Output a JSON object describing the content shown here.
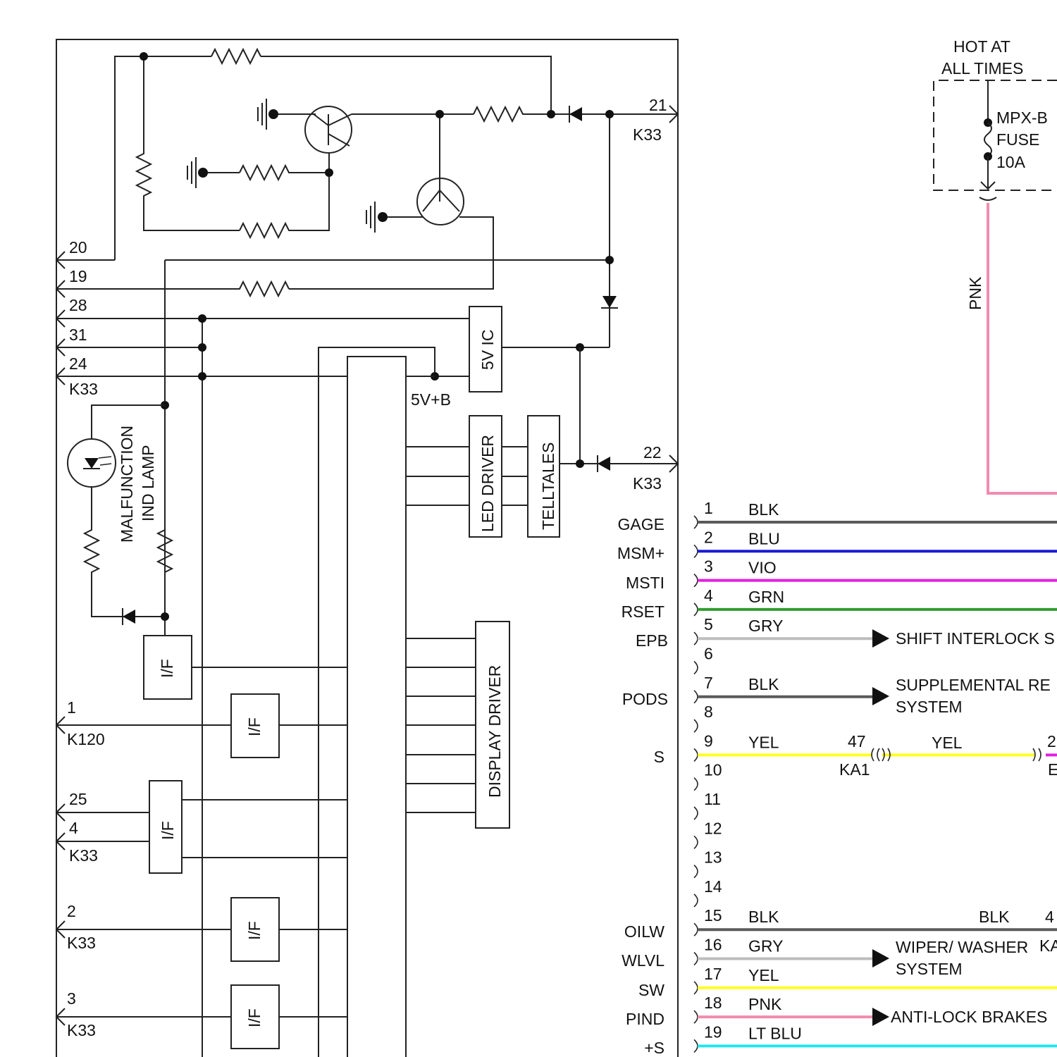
{
  "power": {
    "hot_line1": "HOT AT",
    "hot_line2": "ALL TIMES",
    "fuse_line1": "MPX-B",
    "fuse_line2": "FUSE",
    "fuse_line3": "10A",
    "pnk_label": "PNK"
  },
  "components": {
    "ic5v": "5V IC",
    "led_driver": "LED DRIVER",
    "telltales": "TELLTALES",
    "display_driver": "DISPLAY DRIVER",
    "lamp_line1": "MALFUNCTION",
    "lamp_line2": "IND LAMP",
    "interface": "I/F",
    "supply": "5V+B"
  },
  "connector_left": [
    {
      "pin": "20"
    },
    {
      "pin": "19"
    },
    {
      "pin": "28"
    },
    {
      "pin": "31"
    },
    {
      "pin": "24",
      "conn": "K33"
    },
    {
      "pin": "1",
      "conn": "K120"
    },
    {
      "pin": "25"
    },
    {
      "pin": "4",
      "conn": "K33"
    },
    {
      "pin": "2",
      "conn": "K33"
    },
    {
      "pin": "3",
      "conn": "K33"
    }
  ],
  "connector_right_top": [
    {
      "pin": "21",
      "conn": "K33"
    },
    {
      "pin": "22",
      "conn": "K33"
    }
  ],
  "signals": [
    "GAGE",
    "MSM+",
    "MSTI",
    "RSET",
    "EPB",
    "PODS",
    "S",
    "OILW",
    "WLVL",
    "SW",
    "PIND",
    "+S"
  ],
  "wires": [
    {
      "pin": "1",
      "color": "BLK",
      "hex": "#5a5a5a"
    },
    {
      "pin": "2",
      "color": "BLU",
      "hex": "#1a1ad6"
    },
    {
      "pin": "3",
      "color": "VIO",
      "hex": "#e21fe0"
    },
    {
      "pin": "4",
      "color": "GRN",
      "hex": "#2e9d2e"
    },
    {
      "pin": "5",
      "color": "GRY",
      "hex": "#bdbdbd"
    },
    {
      "pin": "6",
      "color": "",
      "hex": ""
    },
    {
      "pin": "7",
      "color": "BLK",
      "hex": "#5a5a5a"
    },
    {
      "pin": "8",
      "color": "",
      "hex": ""
    },
    {
      "pin": "9",
      "color": "YEL",
      "hex": "#ffff22"
    },
    {
      "pin": "10",
      "color": "",
      "hex": ""
    },
    {
      "pin": "11",
      "color": "",
      "hex": ""
    },
    {
      "pin": "12",
      "color": "",
      "hex": ""
    },
    {
      "pin": "13",
      "color": "",
      "hex": ""
    },
    {
      "pin": "14",
      "color": "",
      "hex": ""
    },
    {
      "pin": "15",
      "color": "BLK",
      "hex": "#5a5a5a"
    },
    {
      "pin": "16",
      "color": "GRY",
      "hex": "#bdbdbd"
    },
    {
      "pin": "17",
      "color": "YEL",
      "hex": "#ffff22"
    },
    {
      "pin": "18",
      "color": "PNK",
      "hex": "#f08cb0"
    },
    {
      "pin": "19",
      "color": "LT BLU",
      "hex": "#22e6f0"
    }
  ],
  "destinations": {
    "shift": "SHIFT INTERLOCK S",
    "supp1": "SUPPLEMENTAL RE",
    "supp2": "SYSTEM",
    "wiper1": "WIPER/ WASHER",
    "wiper2": "SYSTEM",
    "abs": "ANTI-LOCK BRAKES"
  },
  "splices": {
    "ka1_pin": "47",
    "ka1": "KA1",
    "yel_after": "YEL",
    "pin_2": "2",
    "e_label": "E",
    "blk_after": "BLK",
    "pin_4": "4",
    "ka_label": "KA"
  },
  "colors": {
    "pnk": "#f08cb0",
    "line": "#222222"
  }
}
